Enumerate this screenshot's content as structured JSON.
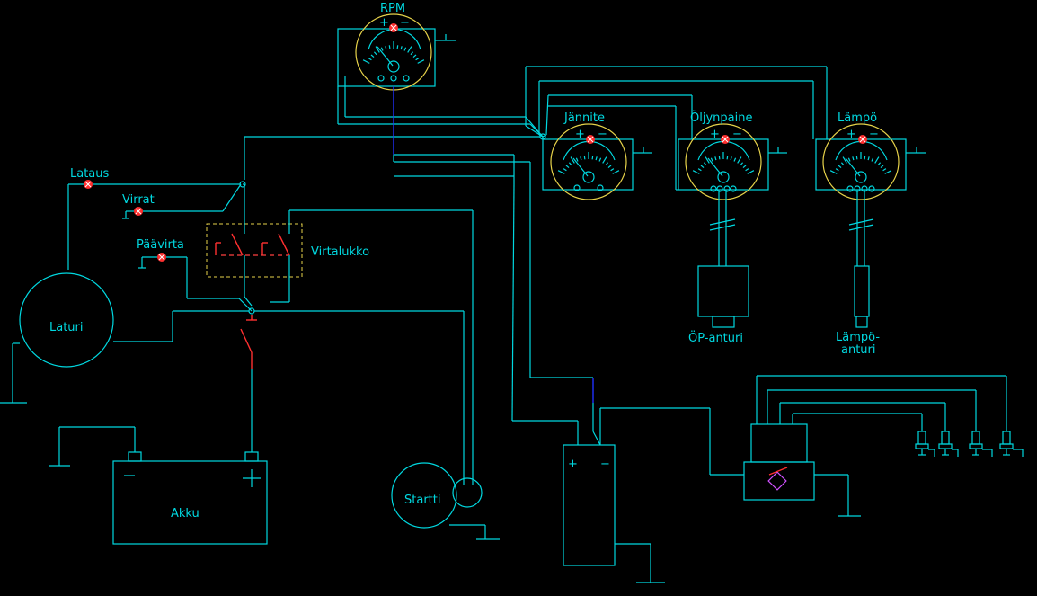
{
  "labels": {
    "rpm": "RPM",
    "jannite": "Jännite",
    "oljynpaine": "Öljynpaine",
    "lampo": "Lämpö",
    "lataus": "Lataus",
    "virrat": "Virrat",
    "paavirta": "Päävirta",
    "virtalukko": "Virtalukko",
    "laturi": "Laturi",
    "akku": "Akku",
    "startti": "Startti",
    "op_anturi": "ÖP-anturi",
    "lampo_anturi_1": "Lämpö-",
    "lampo_anturi_2": "anturi"
  },
  "symbols": {
    "plus": "+",
    "minus": "−"
  },
  "colors": {
    "background": "#000000",
    "wire": "#00d8e0",
    "ground_wire_blue": "#2030ff",
    "gauge_ring": "#e6d24a",
    "indicator_lamp": "#ff3030"
  }
}
